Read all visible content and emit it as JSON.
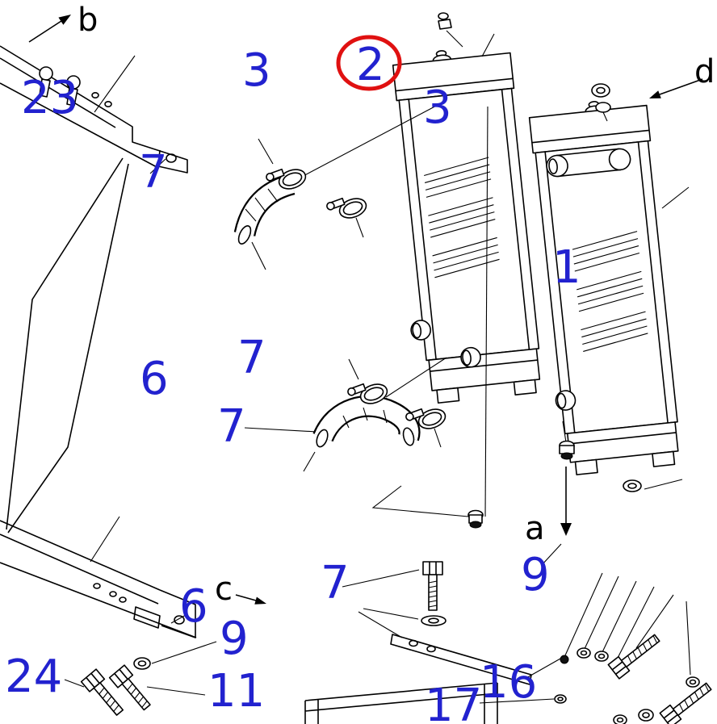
{
  "colors": {
    "part_number_blue": "#2222cf",
    "view_letter_black": "#000000",
    "highlight_red": "#e01111",
    "linework": "#000000",
    "background": "#ffffff"
  },
  "highlight": {
    "part": "2",
    "shape": "red-ellipse"
  },
  "labels": [
    {
      "text": "b",
      "kind": "view-arrow"
    },
    {
      "text": "23",
      "kind": "part-number"
    },
    {
      "text": "7",
      "kind": "part-number"
    },
    {
      "text": "3",
      "kind": "part-number"
    },
    {
      "text": "2",
      "kind": "part-number-highlighted"
    },
    {
      "text": "3",
      "kind": "part-number"
    },
    {
      "text": "d",
      "kind": "view-arrow"
    },
    {
      "text": "1",
      "kind": "part-number"
    },
    {
      "text": "6",
      "kind": "part-number"
    },
    {
      "text": "7",
      "kind": "part-number"
    },
    {
      "text": "7",
      "kind": "part-number"
    },
    {
      "text": "a",
      "kind": "view-arrow"
    },
    {
      "text": "9",
      "kind": "part-number"
    },
    {
      "text": "7",
      "kind": "part-number"
    },
    {
      "text": "c",
      "kind": "view-arrow"
    },
    {
      "text": "6",
      "kind": "part-number"
    },
    {
      "text": "9",
      "kind": "part-number"
    },
    {
      "text": "24",
      "kind": "part-number"
    },
    {
      "text": "11",
      "kind": "part-number"
    },
    {
      "text": "16",
      "kind": "part-number"
    },
    {
      "text": "17",
      "kind": "part-number"
    }
  ]
}
